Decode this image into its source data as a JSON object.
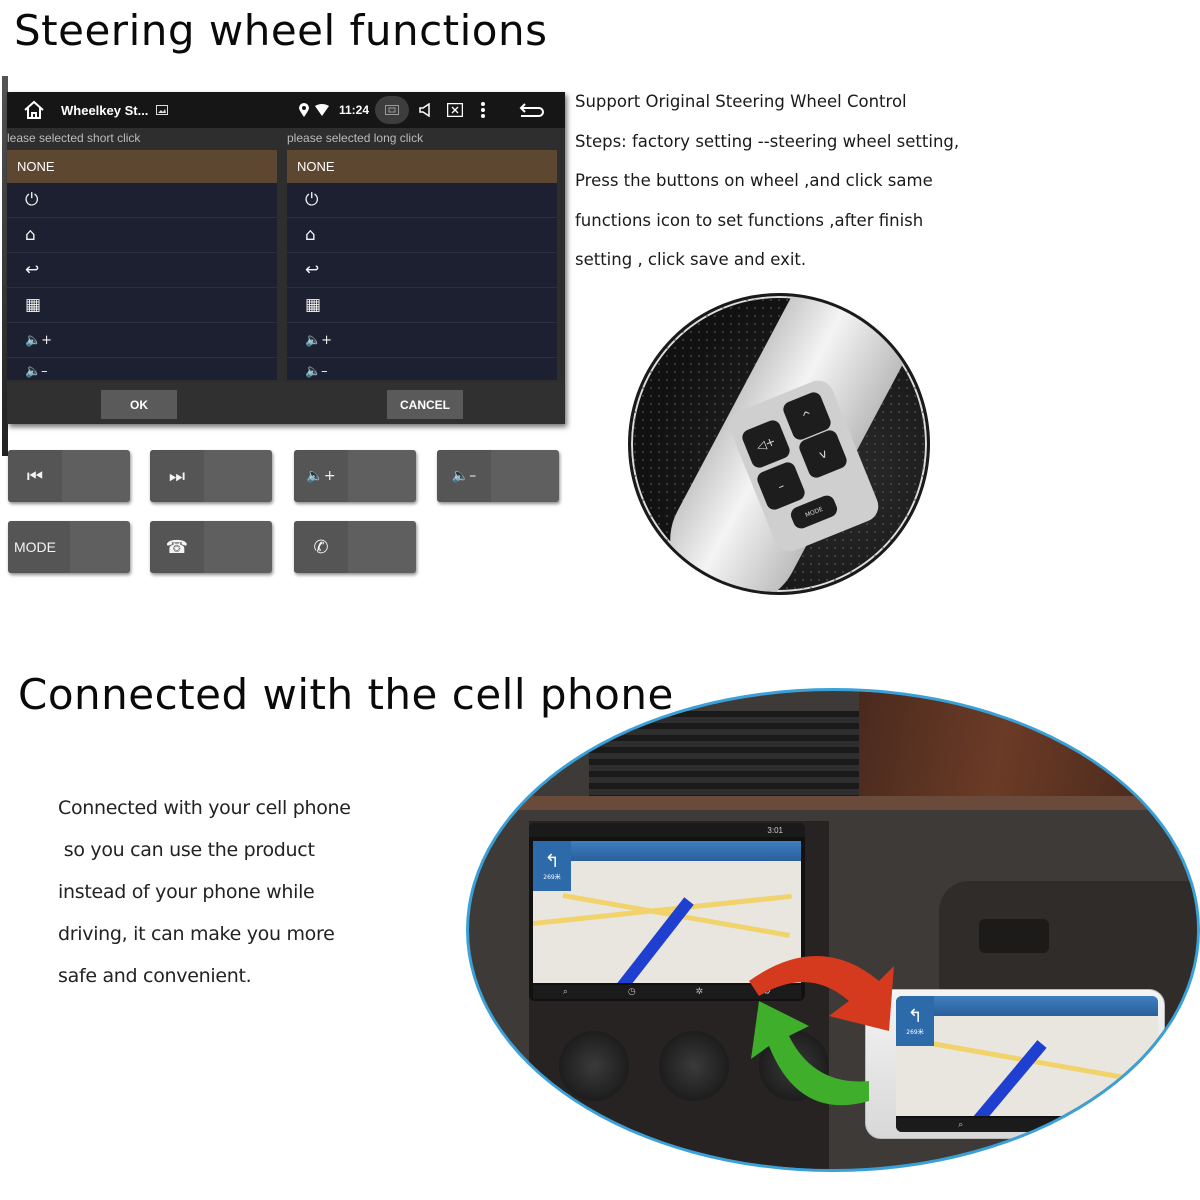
{
  "section1": {
    "title": "Steering wheel functions",
    "head_unit": {
      "status_bar": {
        "app_title": "Wheelkey St...",
        "time": "11:24",
        "icons": [
          "home-icon",
          "image-icon",
          "location-icon",
          "wifi-icon",
          "screen-record-icon",
          "volume-icon",
          "close-window-icon",
          "more-vert-icon",
          "back-icon"
        ]
      },
      "short_click": {
        "hint": "lease selected short click",
        "selected": "NONE",
        "items": [
          {
            "icon": "power-icon",
            "glyph": "⏻"
          },
          {
            "icon": "home-icon",
            "glyph": "⌂"
          },
          {
            "icon": "back-icon",
            "glyph": "↩"
          },
          {
            "icon": "apps-icon",
            "glyph": "▦"
          },
          {
            "icon": "volume-up-icon",
            "glyph": "🔈+"
          },
          {
            "icon": "volume-down-icon",
            "glyph": "🔈–"
          }
        ]
      },
      "long_click": {
        "hint": "please selected long click",
        "selected": "NONE",
        "items": [
          {
            "icon": "power-icon",
            "glyph": "⏻"
          },
          {
            "icon": "home-icon",
            "glyph": "⌂"
          },
          {
            "icon": "back-icon",
            "glyph": "↩"
          },
          {
            "icon": "apps-icon",
            "glyph": "▦"
          },
          {
            "icon": "volume-up-icon",
            "glyph": "🔈+"
          },
          {
            "icon": "volume-down-icon",
            "glyph": "🔈–"
          }
        ]
      },
      "ok_label": "OK",
      "cancel_label": "CANCEL"
    },
    "keys": [
      {
        "name": "previous-track",
        "glyph": "⏮"
      },
      {
        "name": "next-track",
        "glyph": "⏭"
      },
      {
        "name": "volume-up",
        "glyph": "🔈+"
      },
      {
        "name": "volume-down",
        "glyph": "🔈–"
      },
      {
        "name": "mode",
        "label": "MODE"
      },
      {
        "name": "hang-up",
        "glyph": "☎"
      },
      {
        "name": "call",
        "glyph": "✆"
      }
    ],
    "description": [
      "Support Original Steering Wheel Control",
      "Steps: factory setting --steering wheel setting,",
      "Press the buttons on wheel ,and click same",
      "functions icon to set functions ,after finish",
      "setting , click save and exit."
    ],
    "wheel_photo": {
      "buttons": [
        "◁+",
        "^",
        "v",
        "–",
        "MODE"
      ]
    }
  },
  "section2": {
    "title": "Connected with the cell phone",
    "description": [
      "Connected with your cell phone",
      " so you can use the product",
      "instead of your phone while",
      "driving, it can make you more",
      "safe and convenient."
    ],
    "car_screen": {
      "time": "3:01",
      "distance": "269米",
      "dock_icons": [
        "search-icon",
        "clock-icon",
        "route-icon",
        "settings-icon"
      ]
    },
    "colors": {
      "photo_border": "#3aa0d8",
      "arrow_red": "#d63a1e",
      "arrow_green": "#3fae2a"
    }
  }
}
